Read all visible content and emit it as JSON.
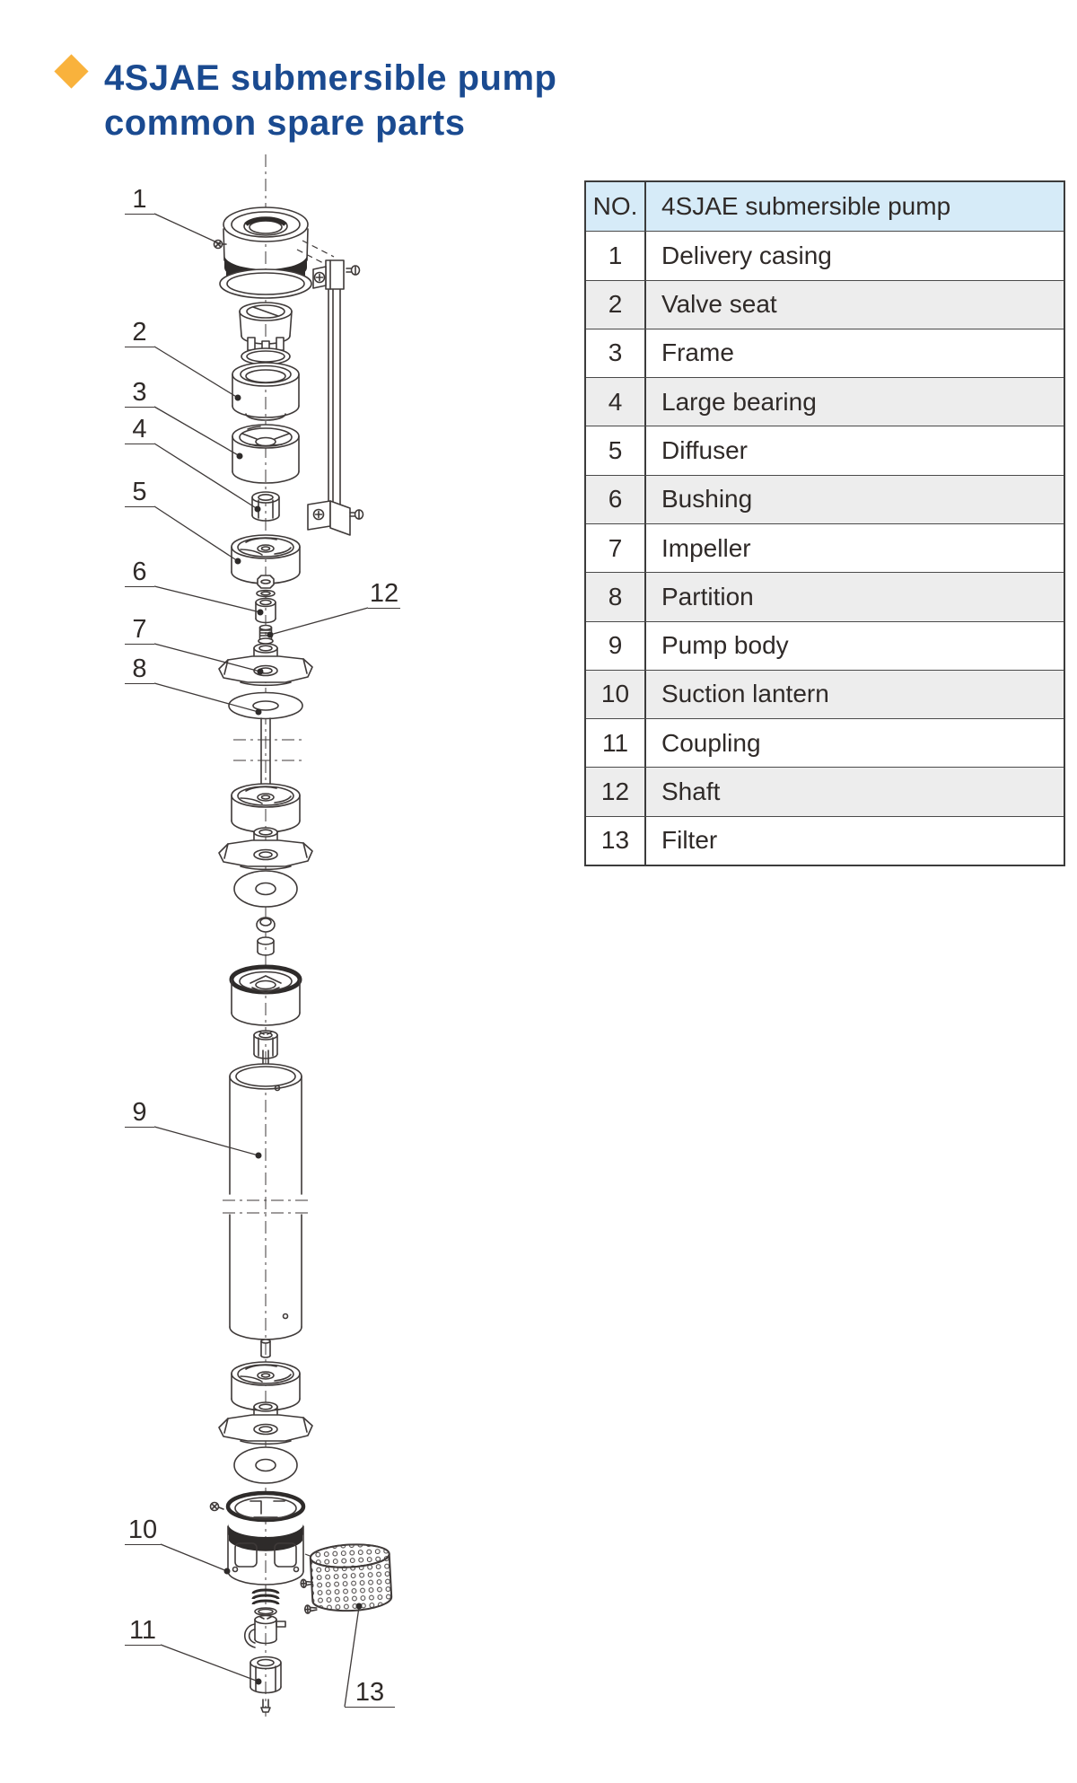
{
  "title": {
    "line1": "4SJAE submersible pump",
    "line2": "common spare parts"
  },
  "table": {
    "header": {
      "no": "NO.",
      "name": "4SJAE submersible pump"
    },
    "rows": [
      {
        "no": "1",
        "name": "Delivery casing"
      },
      {
        "no": "2",
        "name": "Valve seat"
      },
      {
        "no": "3",
        "name": "Frame"
      },
      {
        "no": "4",
        "name": "Large bearing"
      },
      {
        "no": "5",
        "name": "Diffuser"
      },
      {
        "no": "6",
        "name": "Bushing"
      },
      {
        "no": "7",
        "name": "Impeller"
      },
      {
        "no": "8",
        "name": "Partition"
      },
      {
        "no": "9",
        "name": "Pump body"
      },
      {
        "no": "10",
        "name": "Suction lantern"
      },
      {
        "no": "11",
        "name": "Coupling"
      },
      {
        "no": "12",
        "name": "Shaft"
      },
      {
        "no": "13",
        "name": "Filter"
      }
    ]
  },
  "diagram": {
    "callouts": [
      {
        "label": "1"
      },
      {
        "label": "2"
      },
      {
        "label": "3"
      },
      {
        "label": "4"
      },
      {
        "label": "5"
      },
      {
        "label": "6"
      },
      {
        "label": "7"
      },
      {
        "label": "8"
      },
      {
        "label": "9"
      },
      {
        "label": "10"
      },
      {
        "label": "11"
      },
      {
        "label": "12"
      },
      {
        "label": "13"
      }
    ]
  },
  "colors": {
    "accent_blue": "#1a4a90",
    "diamond_orange": "#f9b23c",
    "table_header_bg": "#d6ebf8",
    "row_alt_bg": "#ededed",
    "line_color": "#3f3a39"
  }
}
